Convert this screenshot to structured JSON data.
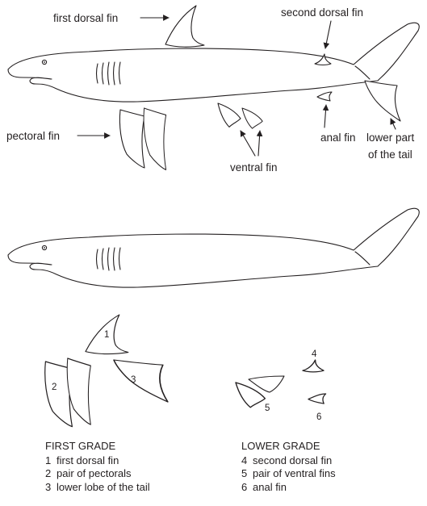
{
  "labels": {
    "first_dorsal_fin": "first dorsal fin",
    "second_dorsal_fin": "second dorsal fin",
    "pectoral_fin": "pectoral fin",
    "ventral_fin": "ventral fin",
    "anal_fin": "anal fin",
    "lower_part_line1": "lower part",
    "lower_part_line2": "of the tail"
  },
  "fin_numbers": [
    "1",
    "2",
    "3",
    "4",
    "5",
    "6"
  ],
  "legend": {
    "first_grade": {
      "heading": "FIRST GRADE",
      "items": [
        {
          "num": "1",
          "text": "first dorsal fin"
        },
        {
          "num": "2",
          "text": "pair of pectorals"
        },
        {
          "num": "3",
          "text": "lower lobe of the tail"
        }
      ]
    },
    "lower_grade": {
      "heading": "LOWER GRADE",
      "items": [
        {
          "num": "4",
          "text": "second dorsal fin"
        },
        {
          "num": "5",
          "text": "pair of ventral fins"
        },
        {
          "num": "6",
          "text": "anal fin"
        }
      ]
    }
  },
  "colors": {
    "ink": "#231f20",
    "background": "#ffffff"
  }
}
